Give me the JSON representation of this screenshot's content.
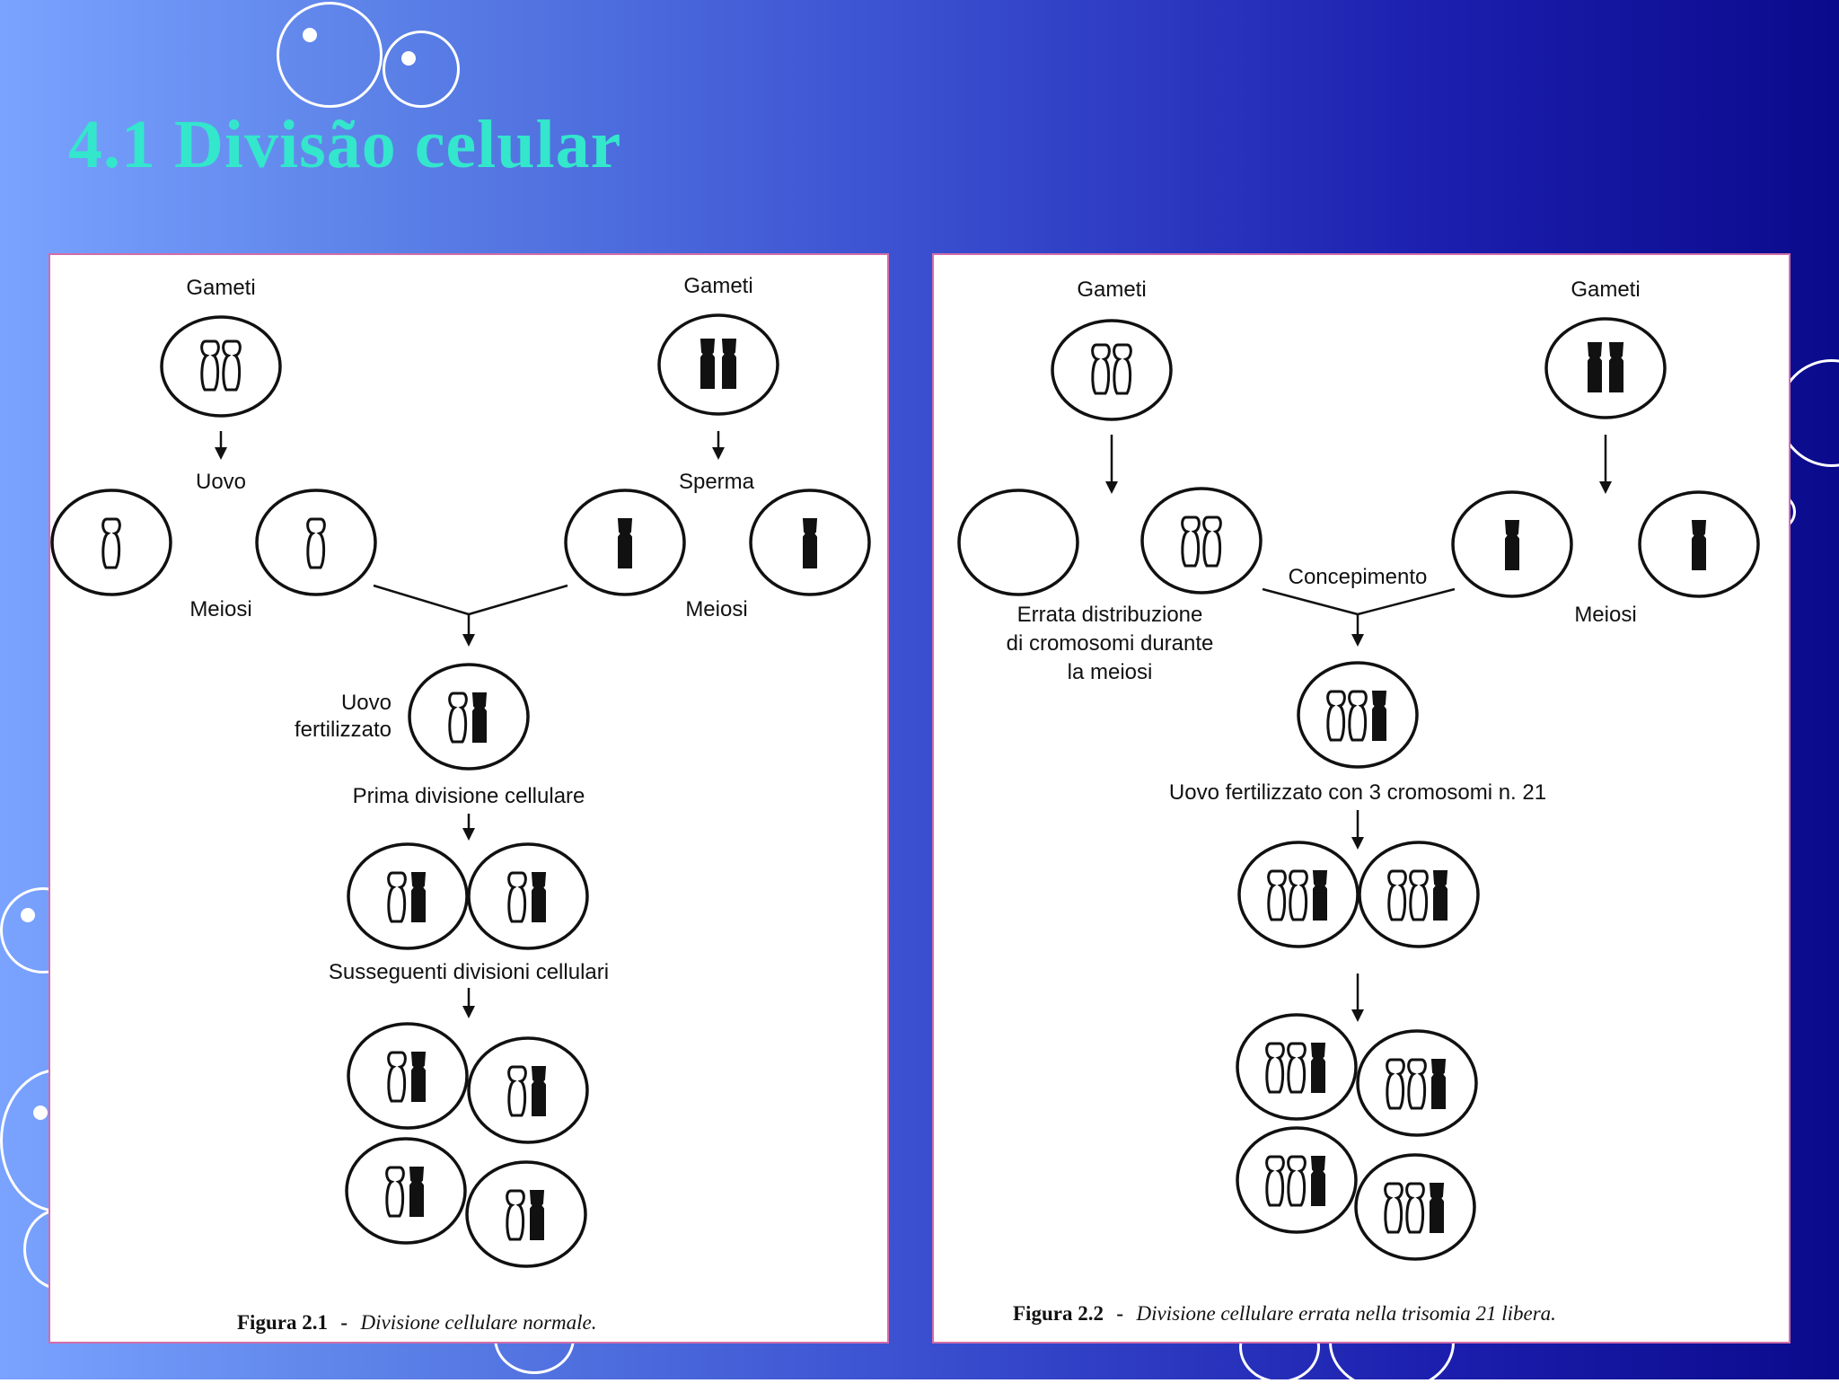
{
  "slide": {
    "title": "4.1 Divisão celular",
    "colors": {
      "title": "#33e6cc",
      "background_left": "#7aa3ff",
      "background_right": "#0a0a8c",
      "panel_border": "#d46ea8"
    }
  },
  "figure1": {
    "gametes_left": "Gameti",
    "gametes_right": "Gameti",
    "egg": "Uovo",
    "sperm": "Sperma",
    "meiosis_left": "Meiosi",
    "meiosis_right": "Meiosi",
    "fertilized_line1": "Uovo",
    "fertilized_line2": "fertilizzato",
    "first_division": "Prima divisione cellulare",
    "subsequent_divisions": "Susseguenti divisioni cellulari",
    "caption_label": "Figura 2.1",
    "caption_sep": "-",
    "caption_text": "Divisione cellulare normale."
  },
  "figure2": {
    "gametes_left": "Gameti",
    "gametes_right": "Gameti",
    "conception": "Concepimento",
    "meiosis": "Meiosi",
    "error_line1": "Errata distribuzione",
    "error_line2": "di cromosomi durante",
    "error_line3": "la meiosi",
    "fertilized_trisomy": "Uovo fertilizzato con 3 cromosomi n. 21",
    "caption_label": "Figura 2.2",
    "caption_sep": "-",
    "caption_text": "Divisione cellulare errata nella trisomia 21 libera."
  }
}
